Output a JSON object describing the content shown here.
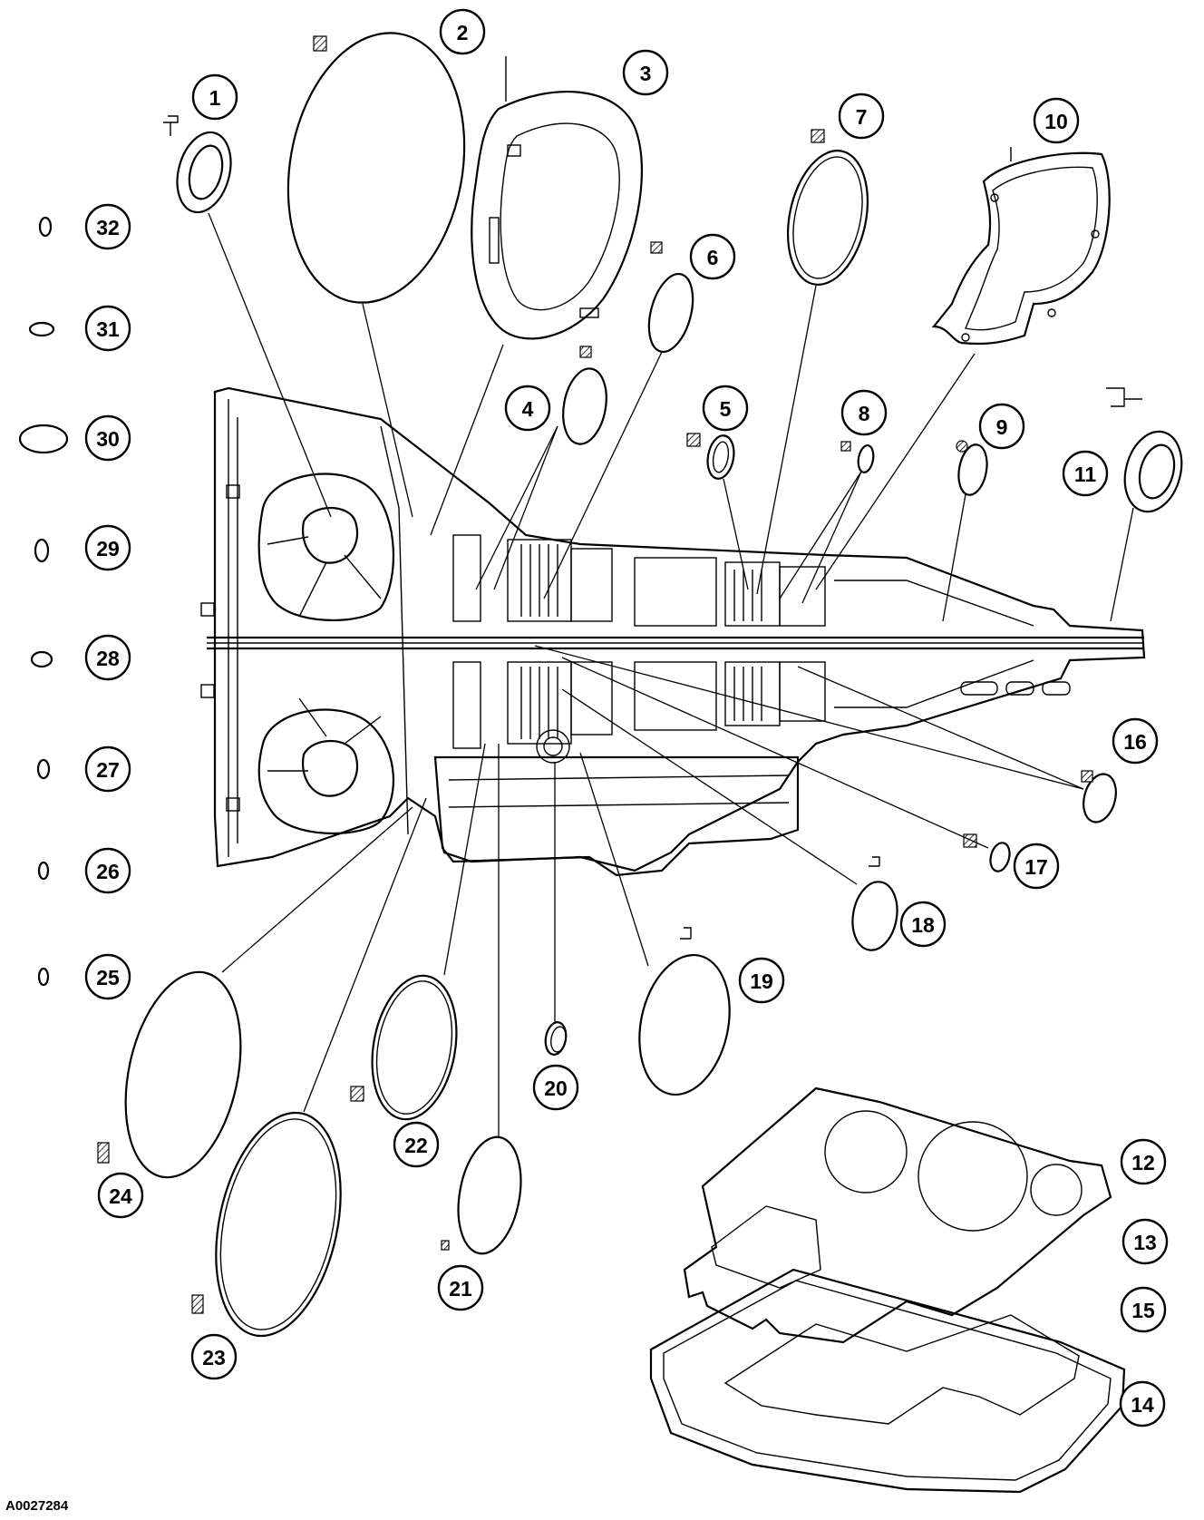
{
  "figure_id": "A0027284",
  "callouts": [
    "1",
    "2",
    "3",
    "4",
    "5",
    "6",
    "7",
    "8",
    "9",
    "10",
    "11",
    "12",
    "13",
    "14",
    "15",
    "16",
    "17",
    "18",
    "19",
    "20",
    "21",
    "22",
    "23",
    "24",
    "25",
    "26",
    "27",
    "28",
    "29",
    "30",
    "31",
    "32"
  ]
}
